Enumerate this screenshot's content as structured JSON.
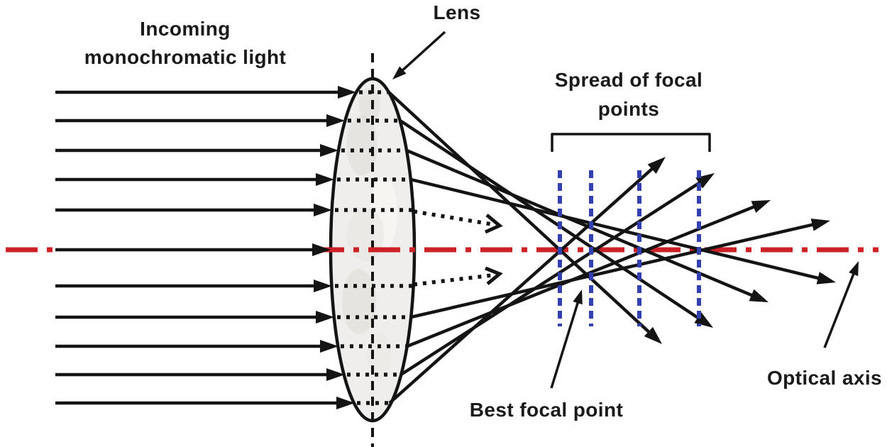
{
  "diagram": {
    "type": "optics-spherical-aberration-schematic",
    "labels": {
      "incoming": {
        "line1": "Incoming",
        "line2": "monochromatic light"
      },
      "lens": "Lens",
      "spread": {
        "line1": "Spread of focal",
        "line2": "points"
      },
      "best_focal": "Best focal point",
      "optical_axis": "Optical axis"
    },
    "colors": {
      "ray_black": "#141414",
      "optical_axis_red": "#cc2127",
      "focal_plane_blue": "#3340ae",
      "lens_fill": "#efeeec",
      "lens_texture": "#e0ddd8",
      "background": "#ffffff",
      "text": "#1a1a1a"
    }
  }
}
